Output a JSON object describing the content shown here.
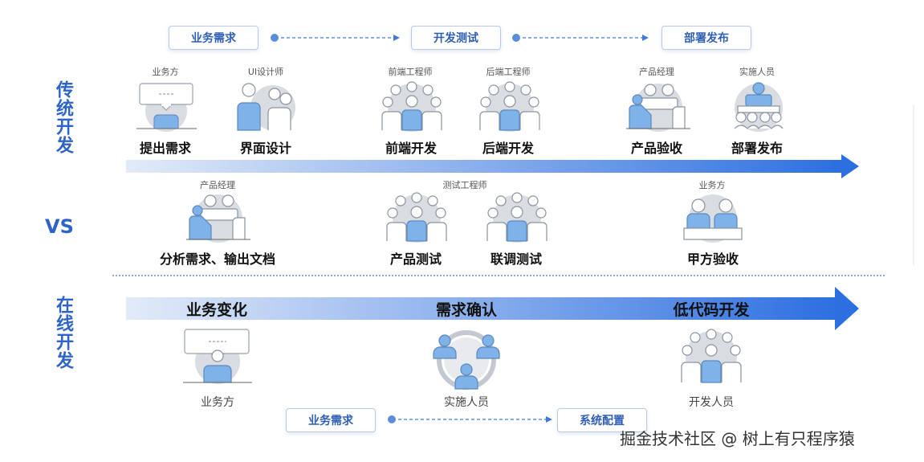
{
  "colors": {
    "accent": "#2e63c8",
    "icon_blue": "#7fb2e8",
    "icon_gray": "#d9dce1",
    "arrow_start": "#dbe6f7",
    "arrow_end": "#2c6fe0"
  },
  "top_flow": {
    "phases": [
      "业务需求",
      "开发测试",
      "部署发布"
    ]
  },
  "traditional": {
    "title": "传统开发",
    "roles_row1": [
      "业务方",
      "UI设计师",
      "前端工程师",
      "后端工程师",
      "产品经理",
      "实施人员"
    ],
    "steps_row1": [
      "提出需求",
      "界面设计",
      "前端开发",
      "后端开发",
      "产品验收",
      "部署发布"
    ],
    "roles_row2": [
      "产品经理",
      "测试工程师",
      "业务方"
    ],
    "steps_row2": [
      "分析需求、输出文档",
      "产品测试",
      "联调测试",
      "甲方验收"
    ]
  },
  "vs_label": "VS",
  "online": {
    "title": "在线开发",
    "arrow_labels": [
      "业务变化",
      "需求确认",
      "低代码开发"
    ],
    "roles": [
      "业务方",
      "实施人员",
      "开发人员"
    ],
    "bottom_flow": [
      "业务需求",
      "系统配置"
    ]
  },
  "watermark": "掘金技术社区 @ 树上有只程序猿",
  "icons": [
    "speech-person-icon",
    "designer-group-icon",
    "team-group-icon",
    "meeting-icon",
    "presenter-group-icon",
    "person-pair-icon",
    "triad-icon"
  ]
}
